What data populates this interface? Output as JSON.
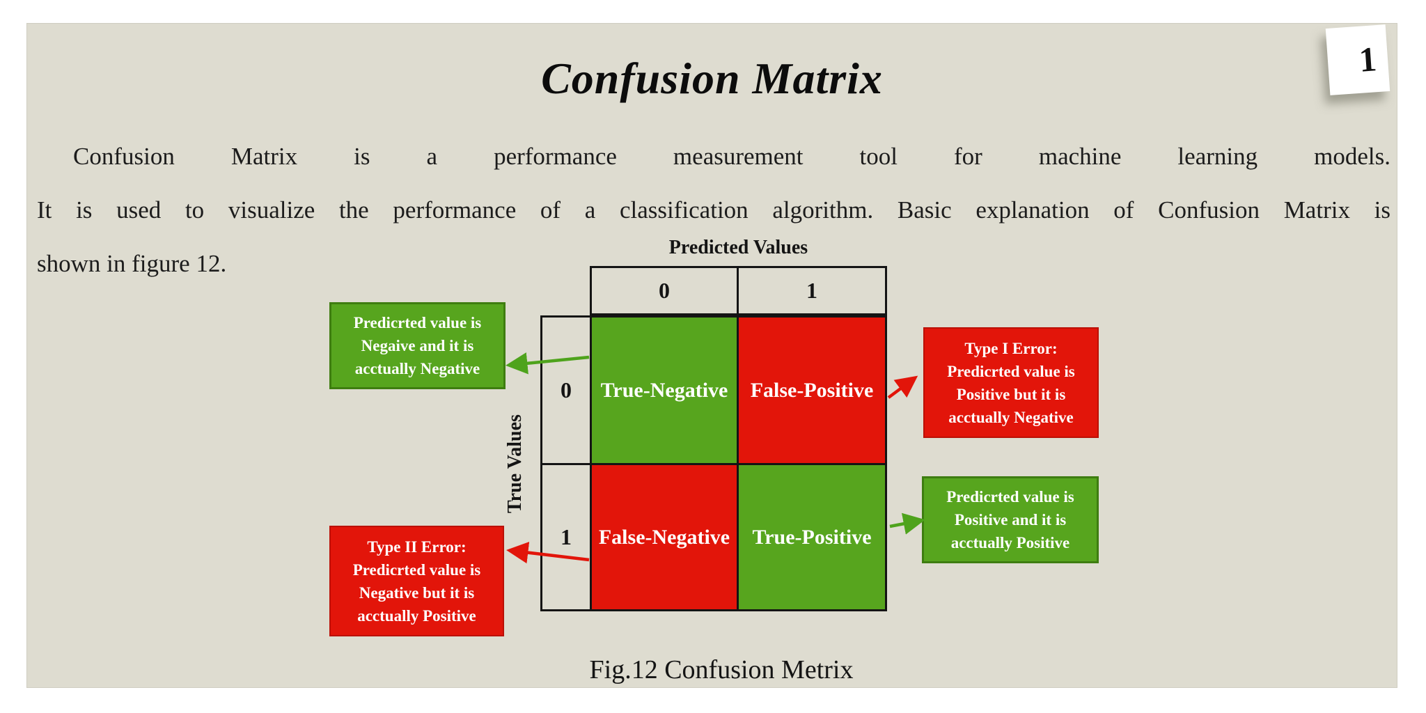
{
  "slide": {
    "page_number": "1",
    "title": "Confusion Matrix",
    "paragraph_lines": [
      "Confusion Matrix is a performance measurement tool for machine learning models.",
      "It is used to visualize the performance of a classification algorithm. Basic explanation of Confusion Matrix is",
      "shown in figure 12."
    ],
    "caption": "Fig.12 Confusion Metrix"
  },
  "matrix": {
    "x_axis_label": "Predicted Values",
    "y_axis_label": "True Values",
    "column_headers": [
      "0",
      "1"
    ],
    "row_headers": [
      "0",
      "1"
    ],
    "cells": {
      "true_negative": "True-Negative",
      "false_positive": "False-Positive",
      "false_negative": "False-Negative",
      "true_positive": "True-Positive"
    }
  },
  "callouts": {
    "true_negative_note": {
      "lines": [
        "Predicrted value is",
        "Negaive and it is",
        "acctually Negative"
      ]
    },
    "type1_error_note": {
      "lines": [
        "Type I Error:",
        "Predicrted value is",
        "Positive but it is",
        "acctually Negative"
      ]
    },
    "type2_error_note": {
      "lines": [
        "Type II Error:",
        "Predicrted value is",
        "Negative but it is",
        "acctually Positive"
      ]
    },
    "true_positive_note": {
      "lines": [
        "Predicrted value is",
        "Positive and it is",
        "acctually Positive"
      ]
    }
  },
  "colors": {
    "slide_background": "#dedcd0",
    "positive_green": "#57a51e",
    "negative_red": "#e2150a",
    "green_border": "#3e7d10",
    "red_border": "#bb1006",
    "table_border": "#141414",
    "arrow_green": "#4ea31c",
    "arrow_red": "#e2150a"
  }
}
